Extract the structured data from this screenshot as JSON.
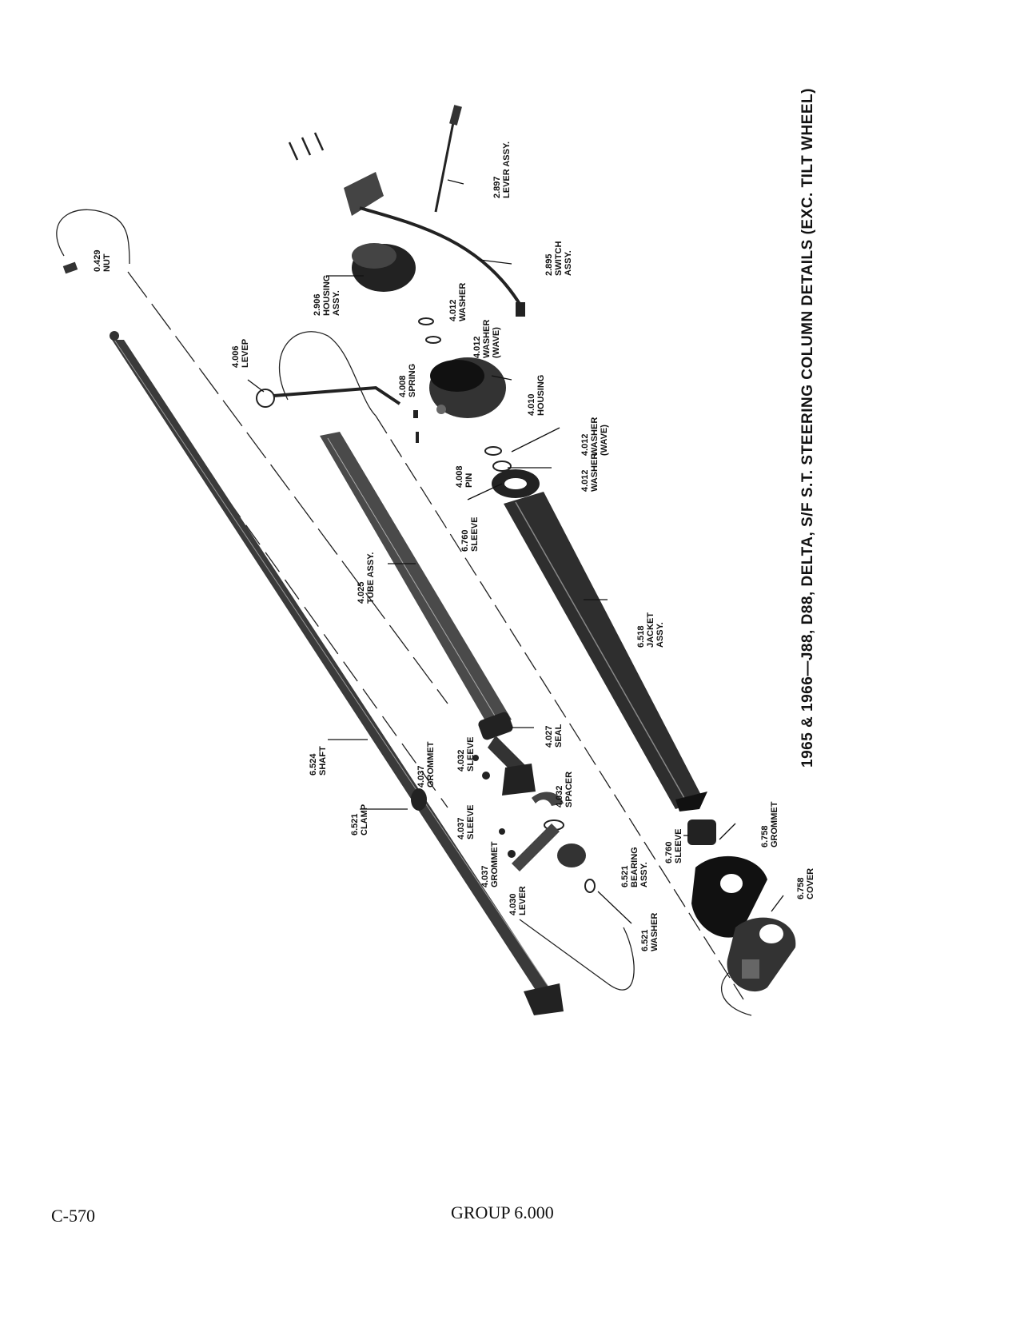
{
  "title": "1965 & 1966—J88, D88, DELTA, S/F S.T. STEERING COLUMN DETAILS (EXC. TILT WHEEL)",
  "page_number": "C-570",
  "group": "GROUP 6.000",
  "callouts": [
    {
      "id": "nut-0429",
      "lines": [
        "0.429",
        "NUT"
      ]
    },
    {
      "id": "lever-2897",
      "lines": [
        "2.897",
        "LEVER ASSY."
      ]
    },
    {
      "id": "housing-2906",
      "lines": [
        "2.906",
        "HOUSING",
        "ASSY."
      ]
    },
    {
      "id": "switch-2895",
      "lines": [
        "2.895",
        "SWITCH",
        "ASSY."
      ]
    },
    {
      "id": "washer-4012a",
      "lines": [
        "4.012",
        "WASHER"
      ]
    },
    {
      "id": "washer-4012b",
      "lines": [
        "4.012",
        "WASHER",
        "(WAVE)"
      ]
    },
    {
      "id": "lever-4006",
      "lines": [
        "4.006",
        "LEVEP"
      ]
    },
    {
      "id": "spring-4008",
      "lines": [
        "4.008",
        "SPRING"
      ]
    },
    {
      "id": "housing-4010",
      "lines": [
        "4.010",
        "HOUSING"
      ]
    },
    {
      "id": "washer-4012c",
      "lines": [
        "4.012",
        "WASHER",
        "(WAVE)"
      ]
    },
    {
      "id": "pin-4008",
      "lines": [
        "4.008",
        "PIN"
      ]
    },
    {
      "id": "washer-4012d",
      "lines": [
        "4.012",
        "WASHER"
      ]
    },
    {
      "id": "sleeve-6760a",
      "lines": [
        "6.760",
        "SLEEVE"
      ]
    },
    {
      "id": "tube-4025",
      "lines": [
        "4.025",
        "TUBE ASSY."
      ]
    },
    {
      "id": "jacket-6518",
      "lines": [
        "6.518",
        "JACKET",
        "ASSY."
      ]
    },
    {
      "id": "shaft-6524",
      "lines": [
        "6.524",
        "SHAFT"
      ]
    },
    {
      "id": "sleeve-4032",
      "lines": [
        "4.032",
        "SLEEVE"
      ]
    },
    {
      "id": "seal-4027",
      "lines": [
        "4.027",
        "SEAL"
      ]
    },
    {
      "id": "grommet-4037a",
      "lines": [
        "4.037",
        "GROMMET"
      ]
    },
    {
      "id": "spacer-4032",
      "lines": [
        "4.032",
        "SPACER"
      ]
    },
    {
      "id": "clamp-6521",
      "lines": [
        "6.521",
        "CLAMP"
      ]
    },
    {
      "id": "sleeve-4037",
      "lines": [
        "4.037",
        "SLEEVE"
      ]
    },
    {
      "id": "grommet-4037b",
      "lines": [
        "4.037",
        "GROMMET"
      ]
    },
    {
      "id": "lever-4030",
      "lines": [
        "4.030",
        "LEVER"
      ]
    },
    {
      "id": "bearing-6521",
      "lines": [
        "6.521",
        "BEARING",
        "ASSY."
      ]
    },
    {
      "id": "washer-6521",
      "lines": [
        "6.521",
        "WASHER"
      ]
    },
    {
      "id": "sleeve-6760b",
      "lines": [
        "6.760",
        "SLEEVE"
      ]
    },
    {
      "id": "grommet-6758",
      "lines": [
        "6.758",
        "GROMMET"
      ]
    },
    {
      "id": "cover-6758",
      "lines": [
        "6.758",
        "COVER"
      ]
    }
  ]
}
